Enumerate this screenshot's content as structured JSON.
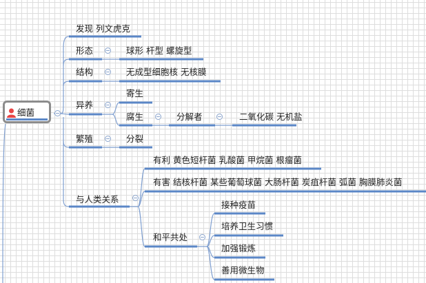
{
  "root": {
    "label": "细菌",
    "icon": "person-icon",
    "accent": "#e84545"
  },
  "branches": {
    "discovery": "发现 列文虎克",
    "shape": {
      "label": "形态",
      "child": "球形 杆型 螺旋型"
    },
    "structure": {
      "label": "结构",
      "child": "无成型细胞核  无核膜"
    },
    "nutrition": {
      "label": "异养",
      "parasitic": "寄生",
      "saprophytic": "腐生",
      "decomposer": "分解者",
      "products": "二氧化碳  无机盐"
    },
    "reproduction": {
      "label": "繁殖",
      "child": "分裂"
    },
    "relation": {
      "label": "与人类关系",
      "beneficial": "有利  黄色短杆菌  乳酸菌 甲烷菌 根瘤菌",
      "harmful": "有害   结核杆菌  某些葡萄球菌  大肠杆菌 炭疽杆菌 弧菌  胸膜肺炎菌",
      "coexist": {
        "label": "和平共处",
        "items": [
          "接种疫苗",
          "培养卫生习惯",
          "加强锻炼",
          "善用微生物"
        ]
      }
    }
  },
  "colors": {
    "line": "#5b87c7",
    "connector": "#7f9fd0"
  }
}
